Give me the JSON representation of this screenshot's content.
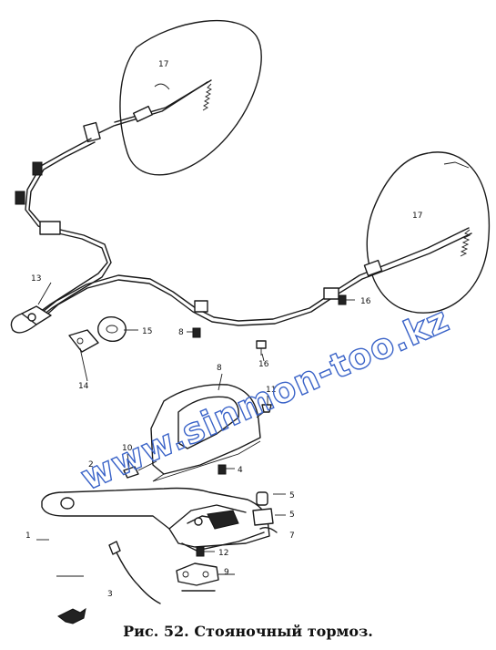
{
  "caption": "Рис. 52. Стояночный тормоз.",
  "watermark": "www.sinmon-too.kz",
  "labels": {
    "l17a": "17",
    "l17b": "17",
    "l13": "13",
    "l14": "14",
    "l15": "15",
    "l8b": "8",
    "l16a": "16",
    "l16b": "16",
    "l8": "8",
    "l11": "11",
    "l10": "10",
    "l2": "2",
    "l4": "4",
    "l5a": "5",
    "l5b": "5",
    "l7": "7",
    "l1": "1",
    "l12": "12",
    "l9": "9",
    "l3": "3"
  }
}
